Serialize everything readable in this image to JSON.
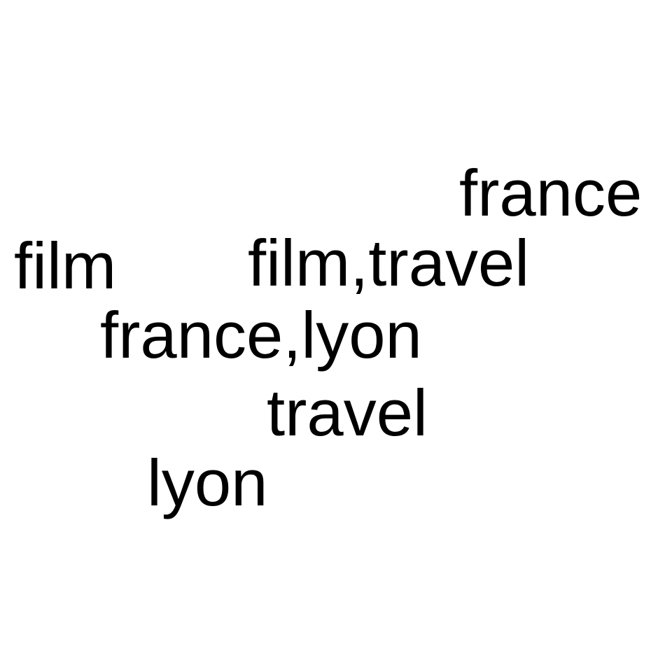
{
  "colors": {
    "background": "#ffffff",
    "text": "#000000"
  },
  "words": [
    "france",
    "film",
    "film,travel",
    "france,lyon",
    "travel",
    "lyon"
  ]
}
